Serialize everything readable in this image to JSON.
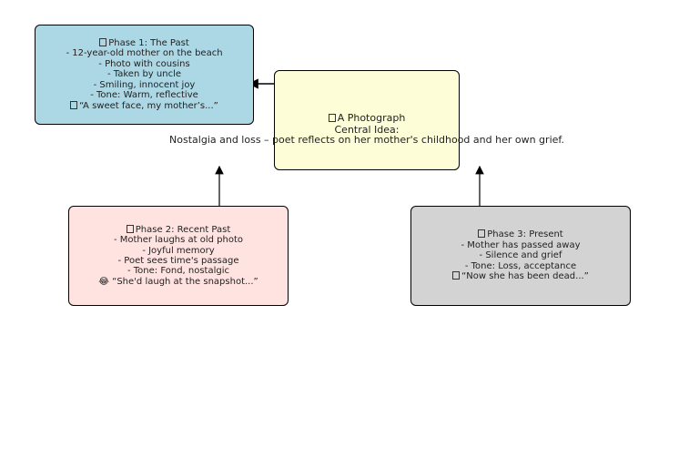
{
  "colors": {
    "center": "#fdfdd8",
    "phase1": "#acd8e6",
    "phase2": "#ffe3e1",
    "phase3": "#d3d3d3"
  },
  "center": {
    "icon": "photo-icon",
    "title": "A Photograph",
    "label": "Central Idea:",
    "idea": "Nostalgia and loss – poet reflects on her mother's childhood and her own grief."
  },
  "phase1": {
    "icon": "hourglass-icon",
    "title": "Phase 1: The Past",
    "lines": [
      "- 12-year-old mother on the beach",
      "- Photo with cousins",
      "- Taken by uncle",
      "- Smiling, innocent joy",
      "- Tone: Warm, reflective"
    ],
    "quote_icon": "quote-icon",
    "quote": "“A sweet face, my mother’s...”"
  },
  "phase2": {
    "icon": "smile-icon",
    "title": "Phase 2: Recent Past",
    "lines": [
      "- Mother laughs at old photo",
      "- Joyful memory",
      "- Poet sees time's passage",
      "- Tone: Fond, nostalgic"
    ],
    "quote_icon": "laugh-emoji-icon",
    "quote": "“She'd laugh at the snapshot...”"
  },
  "phase3": {
    "icon": "sad-icon",
    "title": "Phase 3: Present",
    "lines": [
      "- Mother has passed away",
      "- Silence and grief",
      "- Tone: Loss, acceptance"
    ],
    "quote_icon": "quote-icon",
    "quote": "“Now she has been dead...”"
  }
}
